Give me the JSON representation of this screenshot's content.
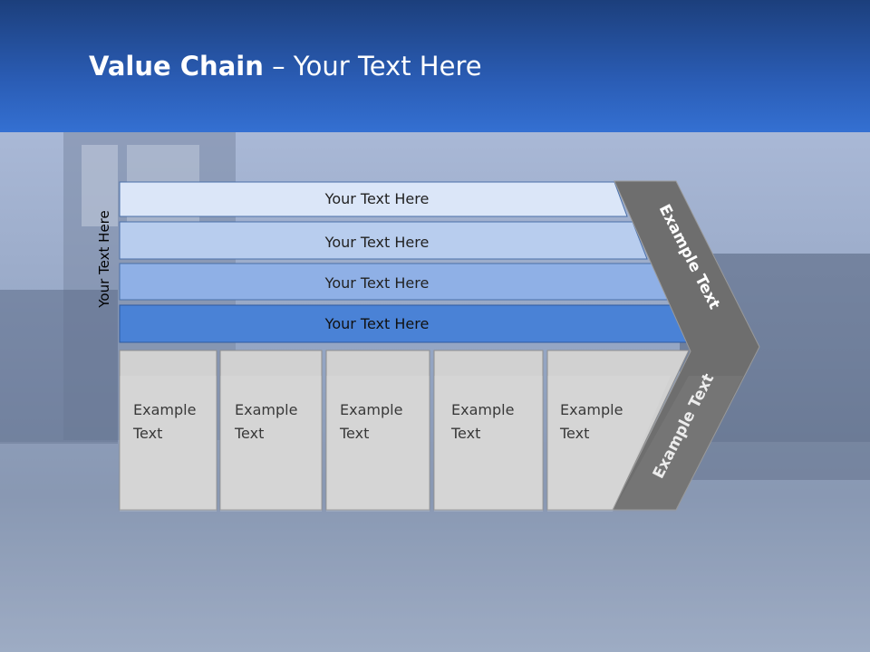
{
  "title": {
    "bold": "Value Chain",
    "rest": " – Your Text Here"
  },
  "side_label": "Your Text Here",
  "support_rows": [
    "Your Text Here",
    "Your Text Here",
    "Your Text Here",
    "Your Text Here"
  ],
  "arrow_labels": [
    "Example Text",
    "Example Text"
  ],
  "primary_cols": [
    [
      "Example",
      "Text"
    ],
    [
      "Example",
      "Text"
    ],
    [
      "Example",
      "Text"
    ],
    [
      "Example",
      "Text"
    ],
    [
      "Example",
      "Text"
    ]
  ],
  "colors": {
    "row1": "#dbe6f8",
    "row2": "#b8cdee",
    "row3": "#8fb0e6",
    "row4": "#4a82d6",
    "cell": "#d1d1d1",
    "arrow": "#6e6e6e"
  }
}
